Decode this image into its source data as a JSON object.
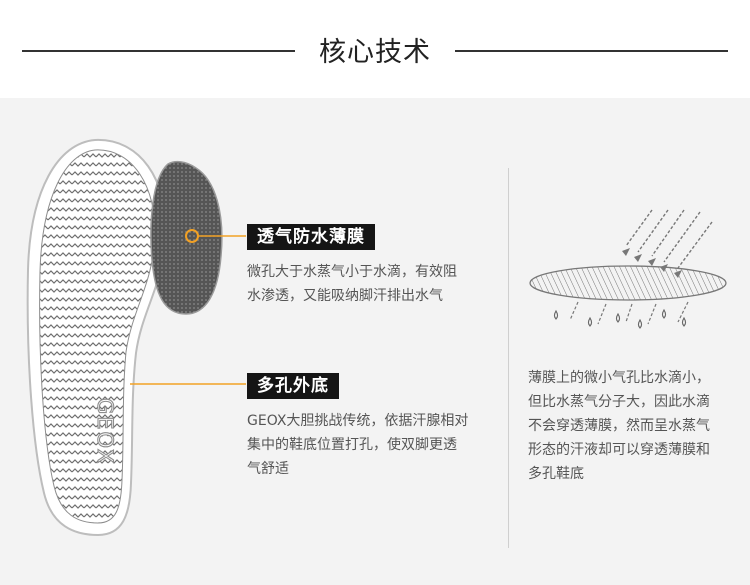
{
  "header": {
    "title": "核心技术"
  },
  "feature_membrane": {
    "title": "透气防水薄膜",
    "lines": [
      "微孔大于水蒸气小于水滴，有效阻",
      "水渗透，又能吸纳脚汗排出水气"
    ]
  },
  "feature_sole": {
    "title": "多孔外底",
    "lines": [
      "GEOX大胆挑战传统，依据汗腺相对",
      "集中的鞋底位置打孔，使双脚更透",
      "气舒适"
    ]
  },
  "explanation": {
    "lines": [
      "薄膜上的微小气孔比水滴小，",
      "但比水蒸气分子大，因此水滴",
      "不会穿透薄膜，然而呈水蒸气",
      "形态的汗液却可以穿透薄膜和",
      "多孔鞋底"
    ]
  },
  "sole_logo_text": "GEOX",
  "colors": {
    "accent": "#f2a125",
    "badge_bg": "#151515",
    "panel_bg": "#f3f3f3"
  }
}
